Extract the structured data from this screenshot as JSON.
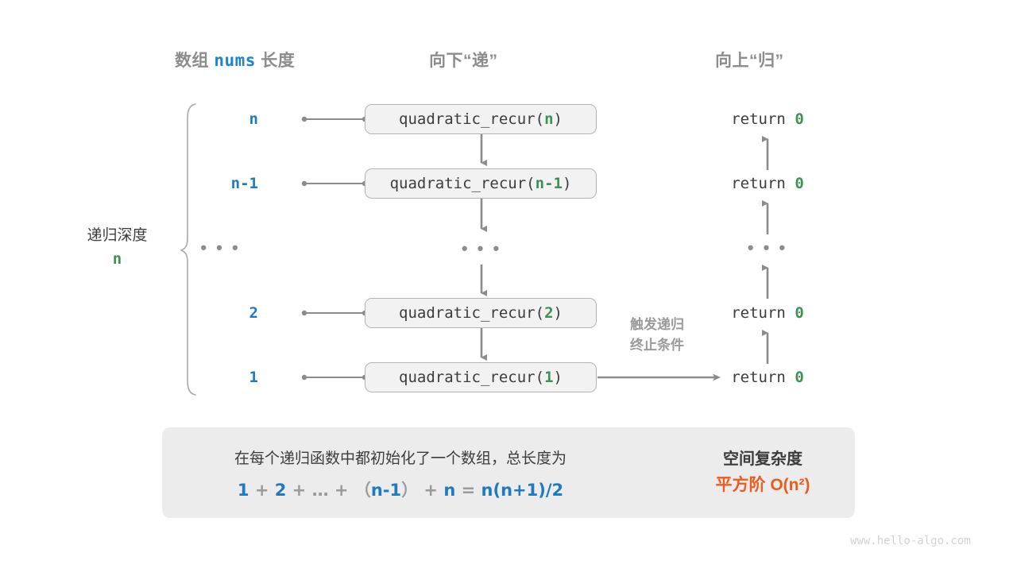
{
  "headers": {
    "left_prefix": "数组",
    "left_code": "nums",
    "left_suffix": "长度",
    "middle": "向下“递”",
    "right": "向上“归”"
  },
  "depth": {
    "title": "递归深度",
    "value": "n"
  },
  "rows": [
    {
      "size": "n",
      "call_prefix": "quadratic_recur(",
      "call_arg": "n",
      "call_suffix": ")",
      "ret_prefix": "return ",
      "ret_value": "0"
    },
    {
      "size": "n-1",
      "call_prefix": "quadratic_recur(",
      "call_arg": "n-1",
      "call_suffix": ")",
      "ret_prefix": "return ",
      "ret_value": "0"
    },
    {
      "size": "...",
      "call_prefix": "...",
      "call_arg": "",
      "call_suffix": "",
      "ret_prefix": "...",
      "ret_value": ""
    },
    {
      "size": "2",
      "call_prefix": "quadratic_recur(",
      "call_arg": "2",
      "call_suffix": ")",
      "ret_prefix": "return ",
      "ret_value": "0"
    },
    {
      "size": "1",
      "call_prefix": "quadratic_recur(",
      "call_arg": "1",
      "call_suffix": ")",
      "ret_prefix": "return ",
      "ret_value": "0"
    }
  ],
  "trigger_note": {
    "line1": "触发递归",
    "line2": "终止条件"
  },
  "summary": {
    "line1": "在每个递归函数中都初始化了一个数组，总长度为",
    "formula": {
      "t1": "1",
      "op1": "+",
      "t2": "2",
      "op2": "+",
      "t3": "…",
      "op3": "+",
      "lp": "（",
      "t4": "n-1",
      "rp": "）",
      "op4": "+",
      "t5": "n",
      "eq": "=",
      "result": "n(n+1)/2"
    },
    "complexity_title": "空间复杂度",
    "complexity_value": "平方阶  O(n²)",
    "arrow": "right-block-arrow-icon"
  },
  "watermark": "www.hello-algo.com",
  "colors": {
    "blue": "#1f7ac0",
    "green": "#3f9153",
    "orange": "#ec5b1f",
    "gray_text": "#8c8c8c",
    "dark_text": "#3c3c3c",
    "box_fill": "#f2f2f2",
    "box_border": "#b4b4b4",
    "panel_fill": "#ececec",
    "line": "#8c8c8c"
  }
}
